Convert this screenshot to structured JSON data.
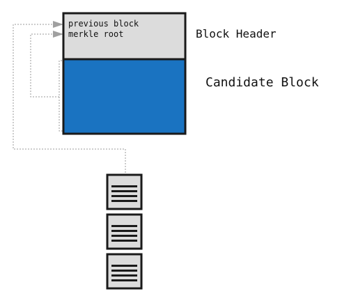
{
  "block": {
    "header_fields": [
      "previous block",
      "merkle root"
    ],
    "header_label": "Block Header",
    "body_label": "Candidate Block"
  },
  "colors": {
    "header_fill": "#dcdcdc",
    "body_fill": "#1a73c1",
    "border": "#1a1a1a",
    "connector": "#999999",
    "arrow": "#a0a0a0",
    "doc_fill": "#dcdcdc",
    "doc_lines": "#1a1a1a"
  },
  "transactions": {
    "count": 3,
    "icon": "document-icon"
  }
}
